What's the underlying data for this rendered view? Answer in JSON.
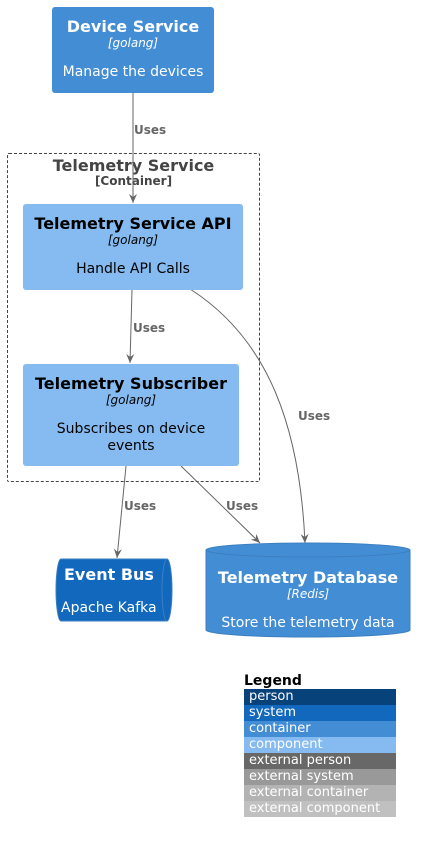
{
  "nodes": {
    "device_service": {
      "title": "Device Service",
      "tech": "[golang]",
      "desc": "Manage the devices",
      "color": "#438DD5"
    },
    "telemetry_api": {
      "title": "Telemetry Service API",
      "tech": "[golang]",
      "desc": "Handle API Calls",
      "color": "#85BBF0"
    },
    "telemetry_subscriber": {
      "title": "Telemetry Subscriber",
      "tech": "[golang]",
      "desc": "Subscribes on device events",
      "color": "#85BBF0"
    },
    "event_bus": {
      "title": "Event Bus",
      "desc": "Apache Kafka",
      "color": "#1168BD"
    },
    "telemetry_db": {
      "title": "Telemetry Database",
      "tech": "[Redis]",
      "desc": "Store the telemetry data",
      "color": "#438DD5"
    }
  },
  "boundary": {
    "title": "Telemetry Service",
    "subtitle": "[Container]"
  },
  "edges": [
    {
      "id": "device-to-api",
      "label": "Uses"
    },
    {
      "id": "api-to-subscriber",
      "label": "Uses"
    },
    {
      "id": "api-to-db",
      "label": "Uses"
    },
    {
      "id": "subscriber-to-bus",
      "label": "Uses"
    },
    {
      "id": "subscriber-to-db",
      "label": "Uses"
    }
  ],
  "legend": {
    "title": "Legend",
    "items": [
      {
        "label": "person",
        "color": "#08427B"
      },
      {
        "label": "system",
        "color": "#1168BD"
      },
      {
        "label": "container",
        "color": "#438DD5"
      },
      {
        "label": "component",
        "color": "#85BBF0"
      },
      {
        "label": "external person",
        "color": "#686868"
      },
      {
        "label": "external system",
        "color": "#999999"
      },
      {
        "label": "external container",
        "color": "#B3B3B3"
      },
      {
        "label": "external component",
        "color": "#C0C0C0"
      }
    ]
  }
}
